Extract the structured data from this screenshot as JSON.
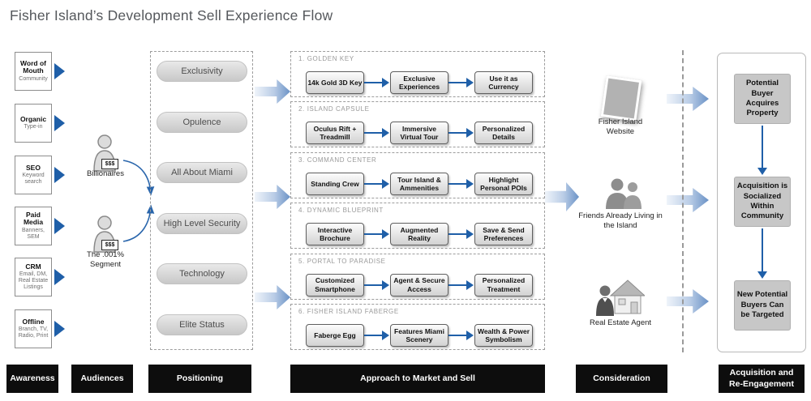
{
  "title": "Fisher Island’s Development Sell Experience Flow",
  "awareness": {
    "label": "Awareness",
    "channels": [
      {
        "title": "Word of Mouth",
        "subtitle": "Community"
      },
      {
        "title": "Organic",
        "subtitle": "Type-in"
      },
      {
        "title": "SEO",
        "subtitle": "Keyword search"
      },
      {
        "title": "Paid Media",
        "subtitle": "Banners, SEM"
      },
      {
        "title": "CRM",
        "subtitle": "Email, DM, Real Estate Listings"
      },
      {
        "title": "Offline",
        "subtitle": "Branch, TV, Radio, Print"
      }
    ]
  },
  "audiences": {
    "label": "Audiences",
    "segments": [
      {
        "name": "Billionaires",
        "badge": "$$$",
        "icon": "person-money-icon"
      },
      {
        "name": "The .001% Segment",
        "badge": "$$$",
        "icon": "person-money-icon"
      }
    ]
  },
  "positioning": {
    "label": "Positioning",
    "pillars": [
      "Exclusivity",
      "Opulence",
      "All About Miami",
      "High Level Security",
      "Technology",
      "Elite Status"
    ]
  },
  "approach": {
    "label": "Approach to Market and Sell",
    "programs": [
      {
        "heading": "1. GOLDEN KEY",
        "steps": [
          "14k Gold 3D Key",
          "Exclusive Experiences",
          "Use it as Currency"
        ]
      },
      {
        "heading": "2. ISLAND CAPSULE",
        "steps": [
          "Oculus Rift + Treadmill",
          "Immersive Virtual Tour",
          "Personalized Details"
        ]
      },
      {
        "heading": "3. COMMAND CENTER",
        "steps": [
          "Standing Crew",
          "Tour Island & Ammenities",
          "Highlight Personal POIs"
        ]
      },
      {
        "heading": "4. DYNAMIC BLUEPRINT",
        "steps": [
          "Interactive Brochure",
          "Augmented Reality",
          "Save & Send Preferences"
        ]
      },
      {
        "heading": "5. PORTAL TO PARADISE",
        "steps": [
          "Customized Smartphone",
          "Agent & Secure Access",
          "Personalized Treatment"
        ]
      },
      {
        "heading": "6. FISHER ISLAND FABERGE",
        "steps": [
          "Faberge Egg",
          "Features Miami Scenery",
          "Wealth & Power Symbolism"
        ]
      }
    ]
  },
  "consideration": {
    "label": "Consideration",
    "touchpoints": [
      {
        "name": "Fisher Island Website",
        "icon": "website-page-icon"
      },
      {
        "name": "Friends Already Living in the Island",
        "icon": "friends-icon"
      },
      {
        "name": "Real Estate Agent",
        "icon": "house-agent-icon"
      }
    ]
  },
  "acquisition": {
    "label": "Acquisition and Re-Engagement",
    "stages": [
      "Potential Buyer Acquires Property",
      "Acquisition is Socialized Within Community",
      "New Potential Buyers Can be Targeted"
    ]
  },
  "colors": {
    "arrow_blue": "#1f5fa8",
    "block_arrow_light": "#eff4fa",
    "block_arrow_dark": "#6a92c6",
    "bar_black": "#0d0d0d",
    "box_gray": "#c7c7c7"
  }
}
